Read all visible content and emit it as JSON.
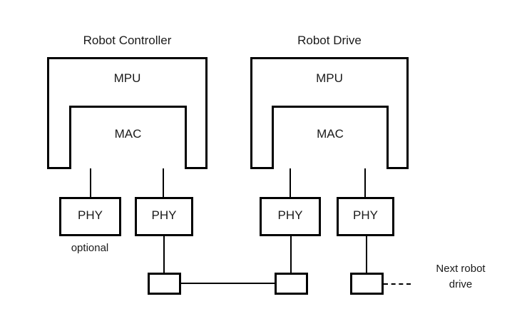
{
  "diagram": {
    "title_left": "Robot Controller",
    "title_right": "Robot Drive",
    "mpu_label": "MPU",
    "mac_label": "MAC",
    "phy_label": "PHY",
    "optional_label": "optional",
    "next_label_line1": "Next robot",
    "next_label_line2": "drive",
    "stroke_color": "#000000",
    "background_color": "#ffffff"
  },
  "nodes": {
    "left_module": {
      "title": "Robot Controller",
      "outer_label": "MPU",
      "inner_label": "MAC",
      "phys": [
        {
          "label": "PHY",
          "note": "optional"
        },
        {
          "label": "PHY",
          "note": ""
        }
      ]
    },
    "right_module": {
      "title": "Robot Drive",
      "outer_label": "MPU",
      "inner_label": "MAC",
      "phys": [
        {
          "label": "PHY",
          "note": ""
        },
        {
          "label": "PHY",
          "note": ""
        }
      ]
    },
    "connectors": [
      {
        "label": ""
      },
      {
        "label": ""
      },
      {
        "label": ""
      }
    ],
    "next_drive": {
      "line1": "Next robot",
      "line2": "drive"
    }
  }
}
